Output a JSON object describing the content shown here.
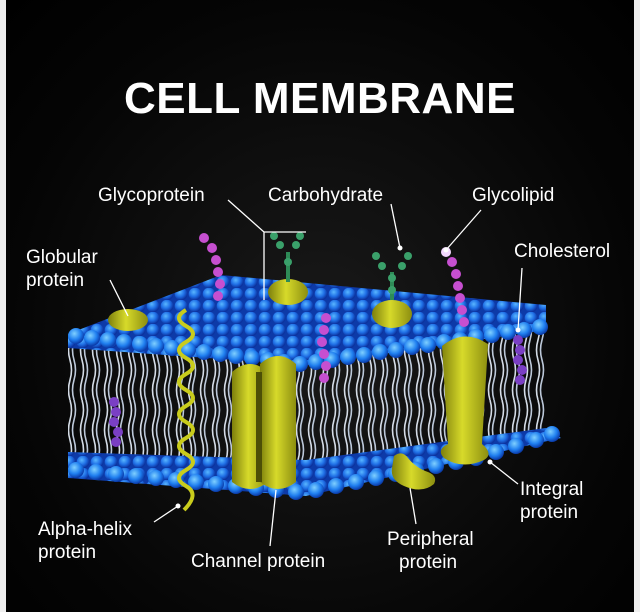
{
  "title": "CELL MEMBRANE",
  "labels": {
    "glycoprotein": "Glycoprotein",
    "carbohydrate": "Carbohydrate",
    "glycolipid": "Glycolipid",
    "globular_line1": "Globular",
    "globular_line2": "protein",
    "cholesterol": "Cholesterol",
    "alpha_line1": "Alpha-helix",
    "alpha_line2": "protein",
    "channel": "Channel protein",
    "peripheral_line1": "Peripheral",
    "peripheral_line2": "protein",
    "integral_line1": "Integral",
    "integral_line2": "protein"
  },
  "colors": {
    "background": "#000000",
    "lipid_head": "#1e6be0",
    "lipid_head_edge": "#33bfff",
    "protein": "#c9cc1c",
    "carbohydrate": "#2e8b57",
    "glycolipid_chain": "#c64fd0",
    "cholesterol": "#7a3fc4",
    "text": "#ffffff"
  }
}
